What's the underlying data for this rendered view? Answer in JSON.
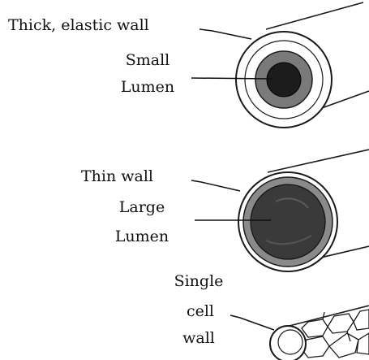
{
  "labels": {
    "artery_wall": "Thick, elastic wall",
    "artery_lumen_line1": "Small",
    "artery_lumen_line2": "Lumen",
    "vein_wall": "Thin wall",
    "vein_lumen_line1": "Large",
    "vein_lumen_line2": "Lumen",
    "capillary_line1": "Single",
    "capillary_line2": "cell",
    "capillary_line3": "wall"
  },
  "colors": {
    "outline": "#1a1a1a",
    "artery_outer": "#ffffff",
    "artery_middle": "#7a7a7a",
    "artery_lumen": "#1c1c1c",
    "vein_ring": "#8a8a8a",
    "vein_lumen": "#3a3a3a"
  }
}
